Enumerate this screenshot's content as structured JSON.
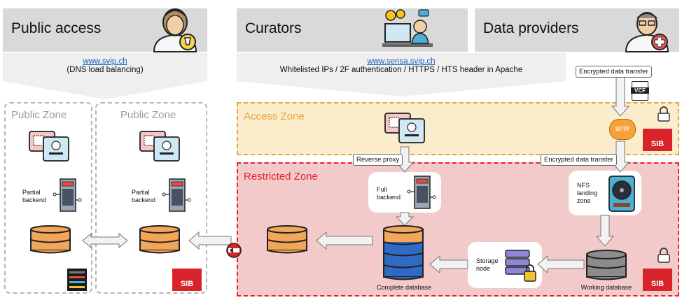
{
  "columns": {
    "public": {
      "title": "Public access",
      "link": "www.svip.ch",
      "note": "(DNS load balancing)"
    },
    "curators": {
      "title": "Curators",
      "link": "www.sensa.svip.ch",
      "note": "Whitelisted IPs / 2F authentication / HTTPS / HTS header in Apache"
    },
    "providers": {
      "title": "Data providers"
    }
  },
  "zones": {
    "public_1": "Public Zone",
    "public_2": "Public Zone",
    "access": "Access Zone",
    "restricted": "Restricted Zone"
  },
  "nodes": {
    "partial_backend_1": "Partial\nbackend",
    "partial_backend_2": "Partial\nbackend",
    "full_backend": "Full\nbackend",
    "nfs": "NFS\nlanding\nzone",
    "storage": "Storage\nnode",
    "complete_db": "Complete database",
    "working_db": "Working database"
  },
  "tags": {
    "encrypted_1": "Encrypted data transfer",
    "encrypted_2": "Encrypted data transfer",
    "reverse_proxy": "Reverse proxy",
    "sftp": "SFTP",
    "vcf": "VCF",
    "sib": "SIB"
  },
  "colors": {
    "header": "#d9d9d9",
    "access_zone": "#fbeccb",
    "access_border": "#e8a33a",
    "restricted_zone": "#f3caca",
    "restricted_border": "#e3242b",
    "public_border": "#b5b5b5",
    "db_orange": "#f2a65a",
    "db_blue": "#2f6bc4",
    "db_grey": "#8c8c8c",
    "sib_red": "#d8232a"
  }
}
